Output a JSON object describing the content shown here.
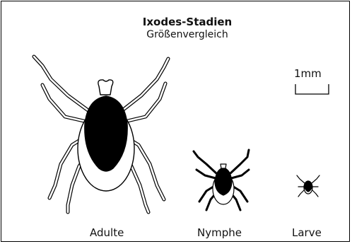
{
  "title": "Ixodes-Stadien",
  "subtitle": "Größenvergleich",
  "scale_bar": {
    "label": "1mm"
  },
  "stages": [
    {
      "key": "adult",
      "label": "Adulte"
    },
    {
      "key": "nymph",
      "label": "Nymphe"
    },
    {
      "key": "larva",
      "label": "Larve"
    }
  ]
}
